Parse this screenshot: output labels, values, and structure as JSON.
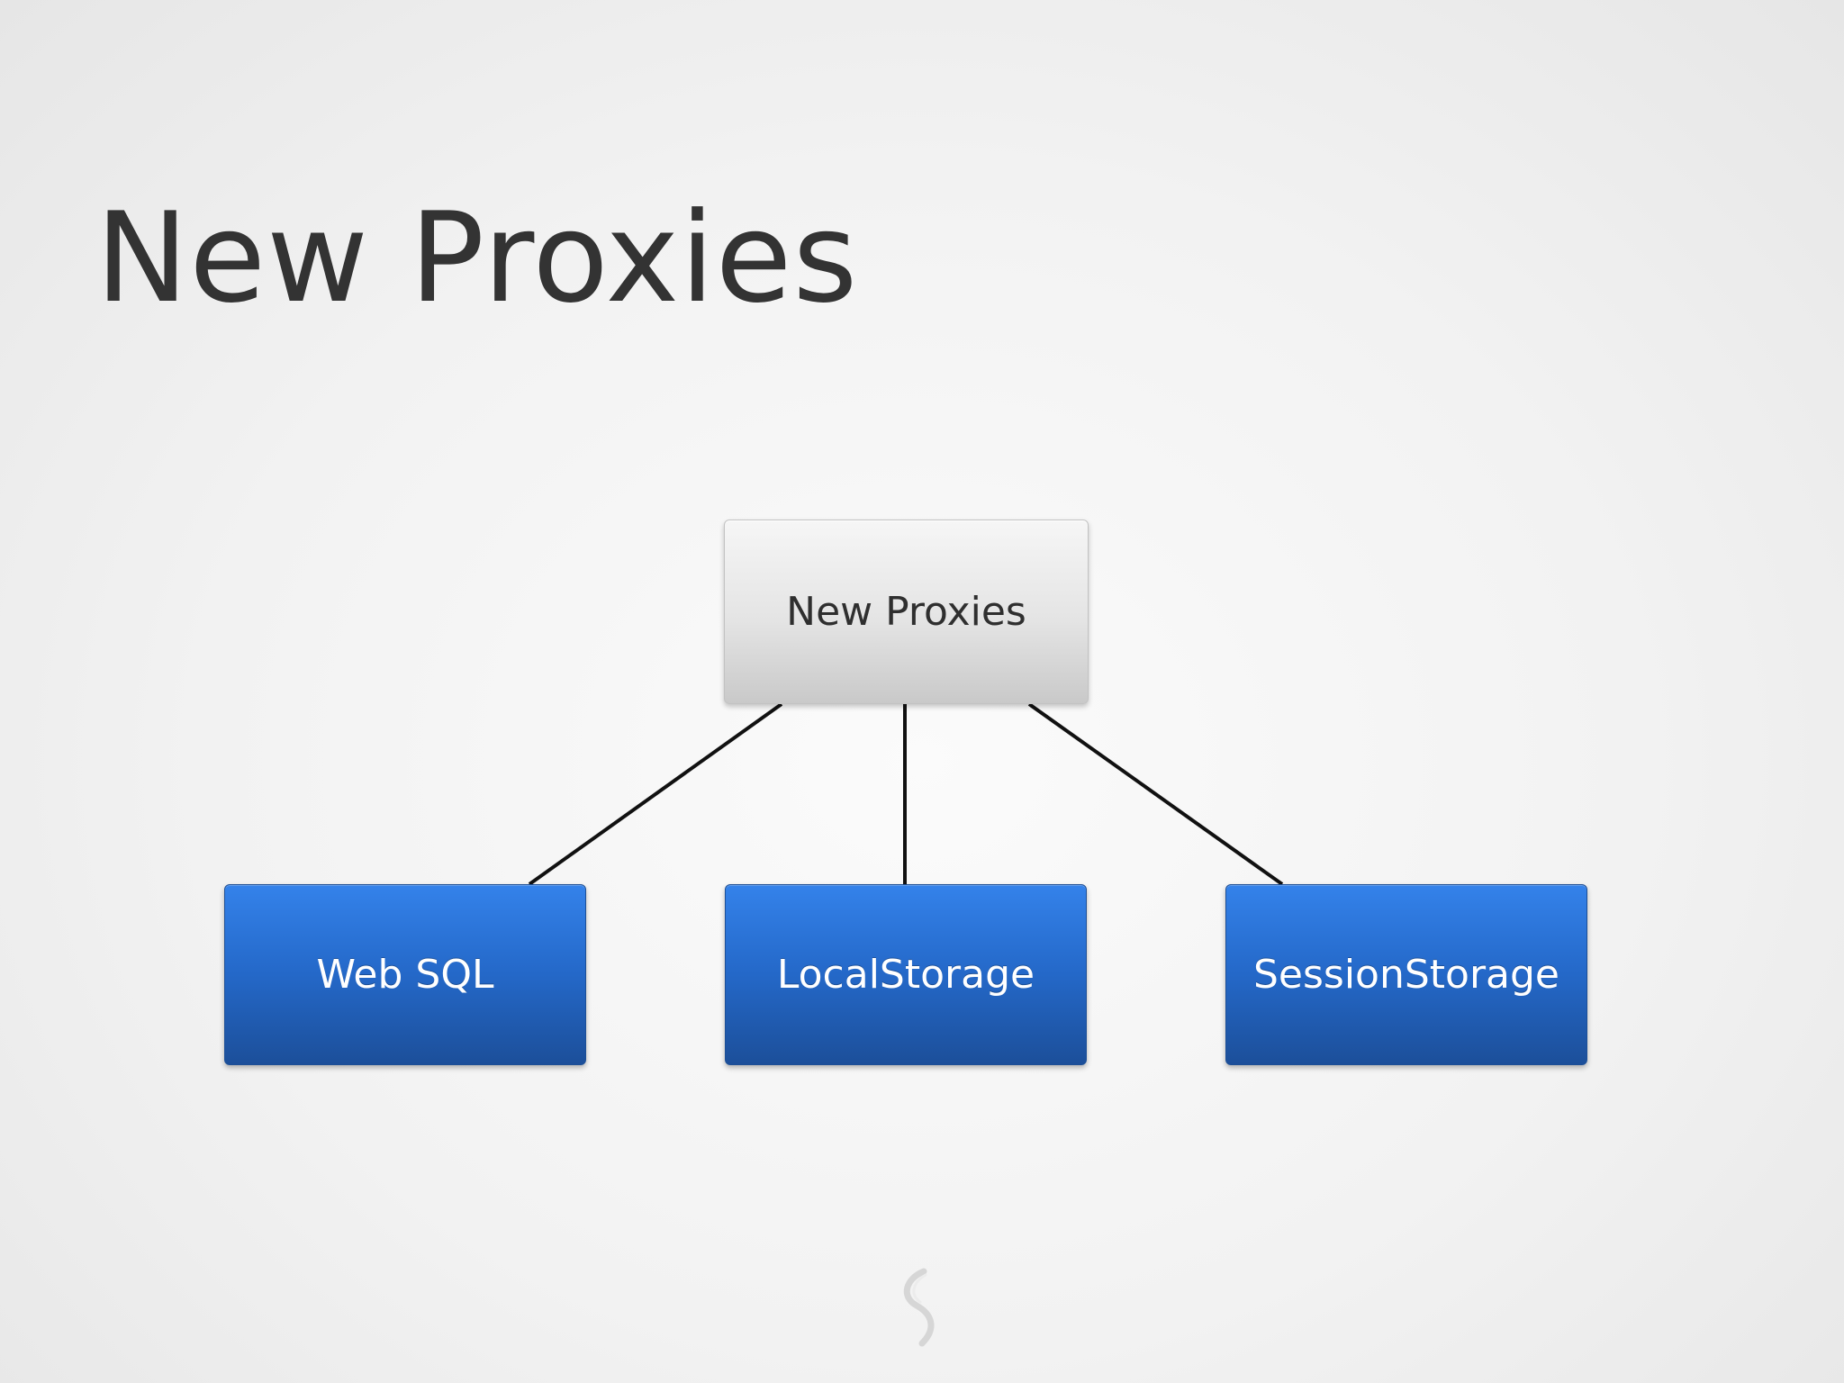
{
  "slide": {
    "title": "New Proxies"
  },
  "diagram": {
    "root": {
      "label": "New Proxies"
    },
    "children": [
      {
        "label": "Web SQL"
      },
      {
        "label": "LocalStorage"
      },
      {
        "label": "SessionStorage"
      }
    ]
  },
  "colors": {
    "background": "#f2f2f2",
    "title_text": "#333333",
    "root_fill": "#e4e4e4",
    "child_fill": "#2468c8",
    "connector": "#111111"
  },
  "icons": {
    "watermark": "keynote-swirl-icon"
  }
}
